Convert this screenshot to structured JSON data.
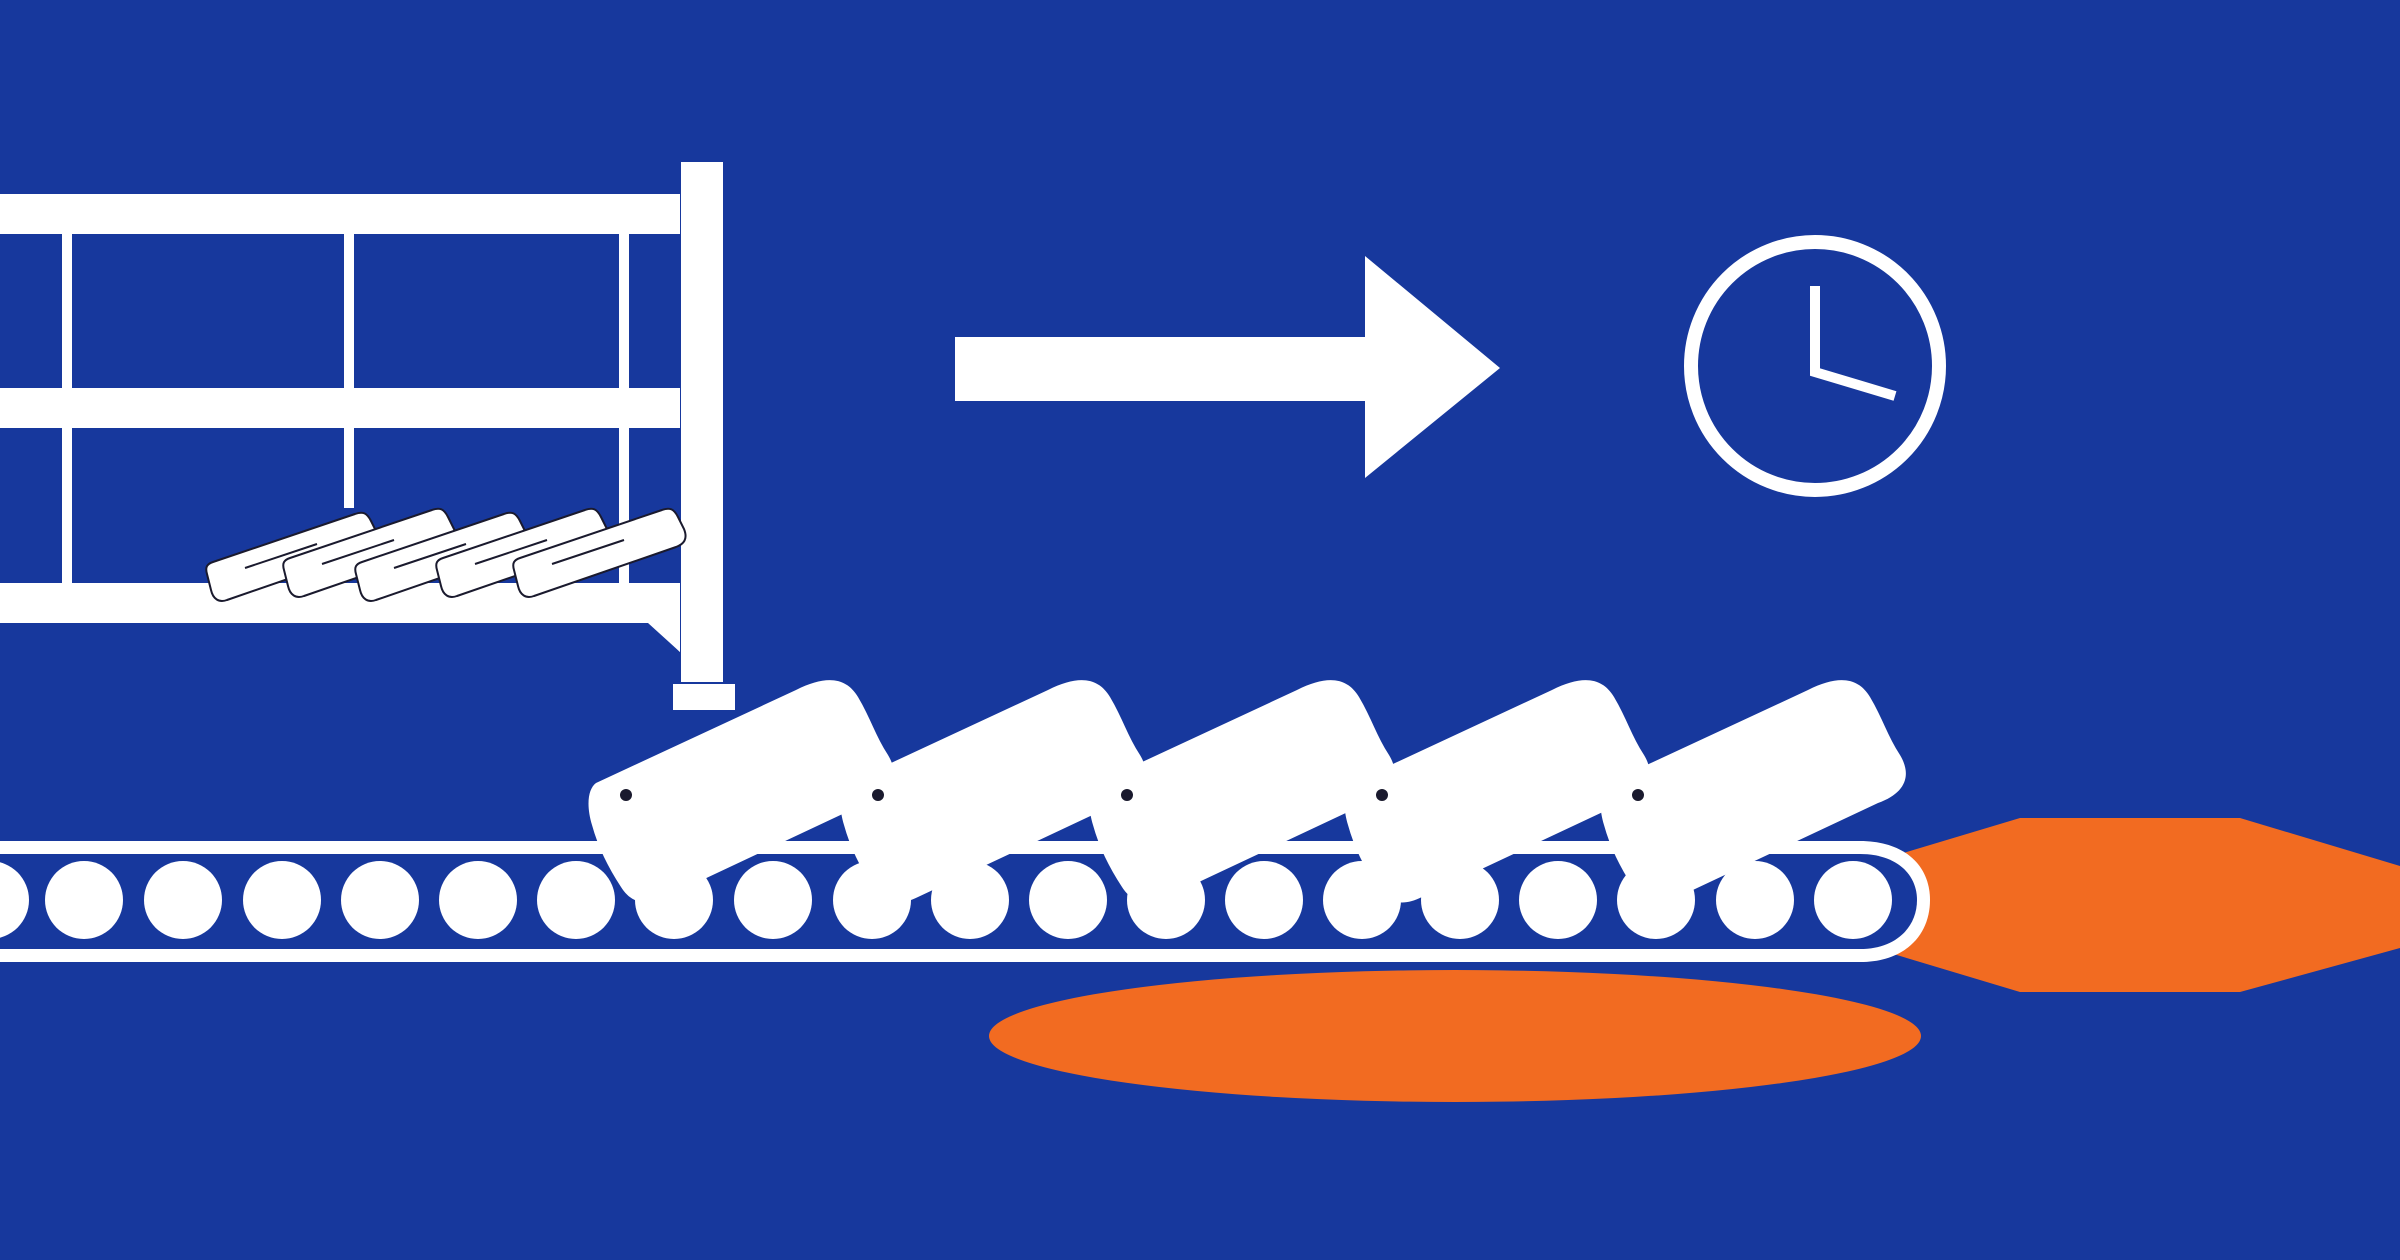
{
  "colors": {
    "background": "#17389d",
    "foreground": "#ffffff",
    "accent": "#f26b21",
    "outline": "#1a1a2e"
  },
  "scene": {
    "shelf": {
      "icon": "shelf-with-tags-icon",
      "tags_on_shelf": 5
    },
    "arrow": {
      "icon": "arrow-right-icon"
    },
    "clock": {
      "icon": "clock-icon",
      "time_shown": "3:00"
    },
    "conveyor": {
      "icon": "conveyor-belt-icon",
      "tags_on_belt": 5
    },
    "light": {
      "icon": "orange-light-beam-icon"
    }
  }
}
